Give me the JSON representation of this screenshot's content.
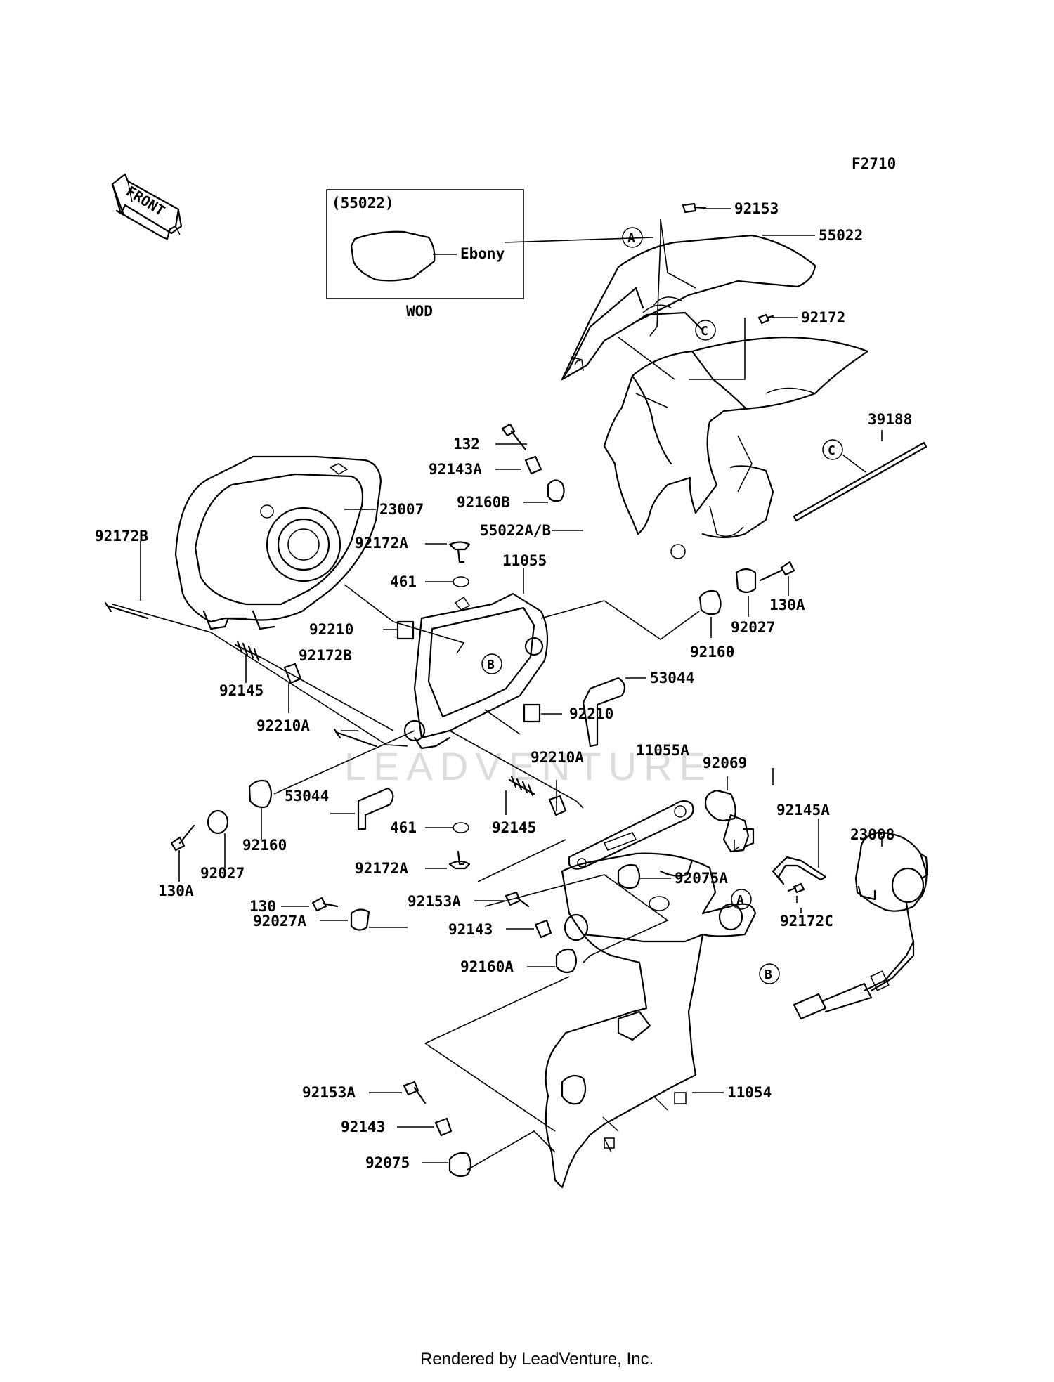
{
  "diagram": {
    "figure_code": "F2710",
    "front_label": "FRONT",
    "watermark": "LEADVENTURE",
    "footer": "Rendered by LeadVenture, Inc.",
    "inset": {
      "header": "(55022)",
      "color_note": "Ebony",
      "caption": "WOD"
    },
    "callout_letters": [
      "A",
      "B",
      "C"
    ],
    "parts": [
      "92153",
      "55022",
      "92172",
      "39188",
      "132",
      "92143A",
      "92160B",
      "55022A/B",
      "23007",
      "92172B",
      "92172A",
      "461",
      "11055",
      "130A",
      "92027",
      "92160",
      "92210",
      "53044",
      "92145",
      "92210A",
      "11055A",
      "92069",
      "92145A",
      "23008",
      "92075A",
      "92172C",
      "130",
      "92153A",
      "92027A",
      "92143",
      "92160A",
      "11054",
      "92075"
    ]
  }
}
